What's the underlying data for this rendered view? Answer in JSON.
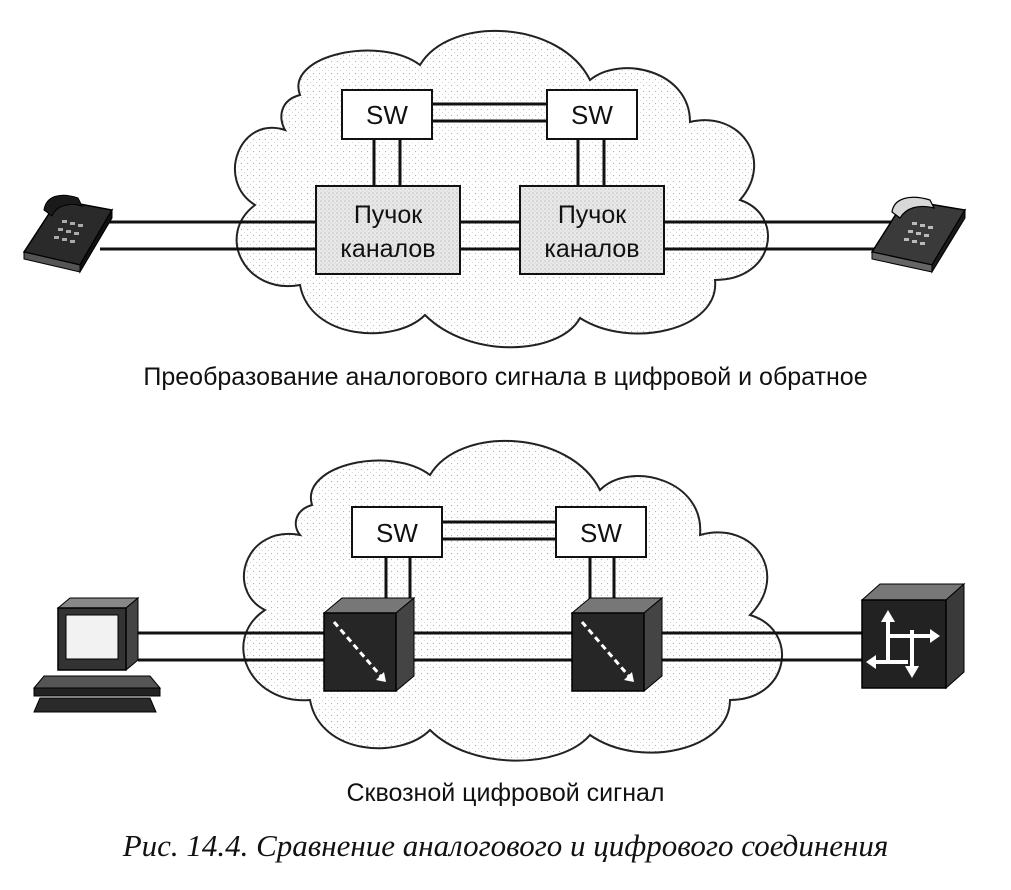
{
  "top": {
    "switch_left": "SW",
    "switch_right": "SW",
    "bundle_left": [
      "Пучок",
      "каналов"
    ],
    "bundle_right": [
      "Пучок",
      "каналов"
    ],
    "caption": "Преобразование аналогового сигнала в цифровой и обратное"
  },
  "bottom": {
    "switch_left": "SW",
    "switch_right": "SW",
    "caption": "Сквозной цифровой сигнал"
  },
  "figure_caption": "Рис. 14.4. Сравнение аналогового и цифрового соединения",
  "icons": [
    "telephone-icon",
    "telephone-icon",
    "computer-icon",
    "digital-switch-icon",
    "digital-switch-icon",
    "router-icon"
  ],
  "colors": {
    "line": "#111111",
    "box_fill": "#ffffff",
    "bundle_fill": "#e6e6e6",
    "device_dark": "#2a2a2a"
  }
}
